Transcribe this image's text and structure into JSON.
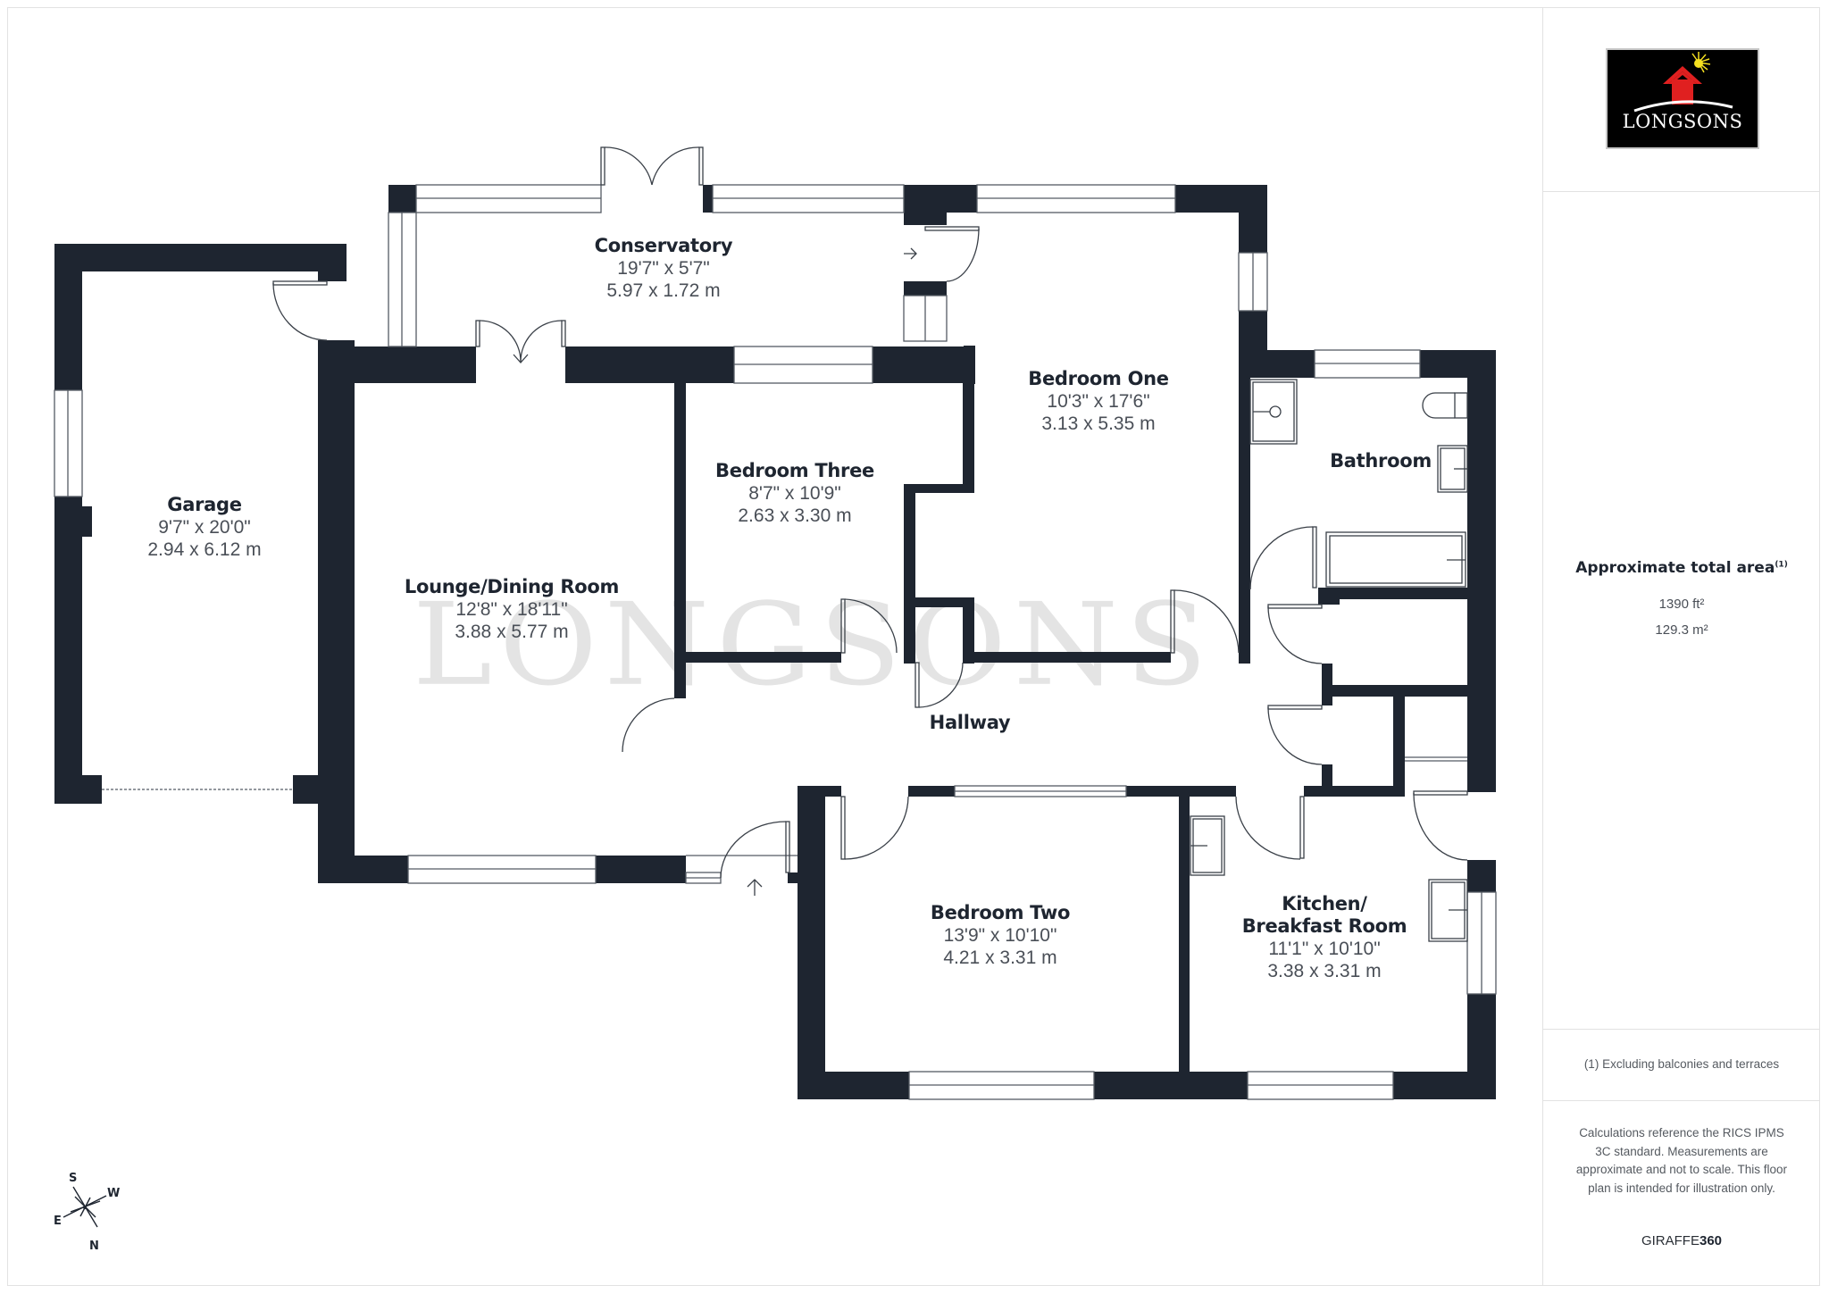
{
  "colors": {
    "wall": "#1e2530",
    "window": "#ffffff",
    "watermark": "#e4e4e4",
    "logo_bg": "#000000",
    "logo_roof": "#e02020",
    "logo_sun": "#f5e020"
  },
  "watermark": "LONGSONS",
  "rooms": [
    {
      "id": "conservatory",
      "name": "Conservatory",
      "imperial": "19'7\" x 5'7\"",
      "metric": "5.97 x 1.72 m"
    },
    {
      "id": "garage",
      "name": "Garage",
      "imperial": "9'7\" x 20'0\"",
      "metric": "2.94 x 6.12 m"
    },
    {
      "id": "lounge",
      "name": "Lounge/Dining Room",
      "imperial": "12'8\" x 18'11\"",
      "metric": "3.88 x 5.77 m"
    },
    {
      "id": "bedroom-three",
      "name": "Bedroom Three",
      "imperial": "8'7\" x 10'9\"",
      "metric": "2.63 x 3.30 m"
    },
    {
      "id": "bedroom-one",
      "name": "Bedroom One",
      "imperial": "10'3\" x 17'6\"",
      "metric": "3.13 x 5.35 m"
    },
    {
      "id": "bathroom",
      "name": "Bathroom",
      "imperial": "",
      "metric": ""
    },
    {
      "id": "hallway",
      "name": "Hallway",
      "imperial": "",
      "metric": ""
    },
    {
      "id": "bedroom-two",
      "name": "Bedroom Two",
      "imperial": "13'9\" x 10'10\"",
      "metric": "4.21 x 3.31 m"
    },
    {
      "id": "kitchen",
      "name": "Kitchen/",
      "name2": "Breakfast Room",
      "imperial": "11'1\" x 10'10\"",
      "metric": "3.38 x 3.31 m"
    }
  ],
  "compass": {
    "n": "N",
    "s": "S",
    "e": "E",
    "w": "W"
  },
  "sidebar": {
    "logo_text": "LONGSONS",
    "area_title": "Approximate total area",
    "area_note_mark": "(1)",
    "area_sqft": "1390 ft²",
    "area_sqm": "129.3 m²",
    "footnote": "(1) Excluding balconies and terraces",
    "disclaimer": "Calculations reference the RICS IPMS 3C standard. Measurements are approximate and not to scale. This floor plan is intended for illustration only.",
    "brand_light": "GIRAFFE",
    "brand_bold": "360"
  }
}
